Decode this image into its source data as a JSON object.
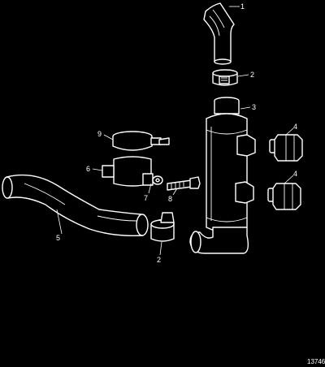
{
  "callouts": {
    "c1": "1",
    "c2a": "2",
    "c3": "3",
    "c4a": "4",
    "c4b": "4",
    "c5": "5",
    "c6": "6",
    "c7": "7",
    "c8": "8",
    "c9": "9",
    "c2b": "2"
  },
  "figure_id": "13746",
  "colors": {
    "background": "#000000",
    "lines": "#ffffff"
  }
}
